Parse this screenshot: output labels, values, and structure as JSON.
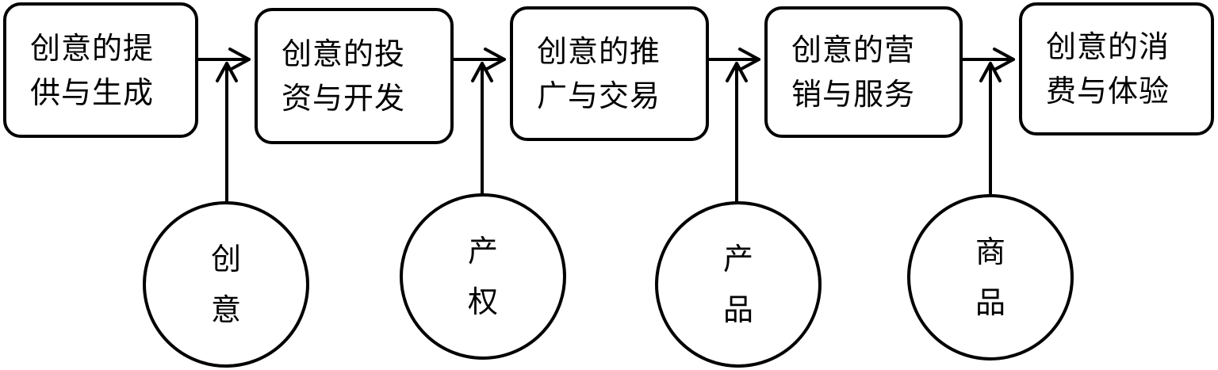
{
  "stages": [
    {
      "line1": "创意的提",
      "line2": "供与生成"
    },
    {
      "line1": "创意的投",
      "line2": "资与开发"
    },
    {
      "line1": "创意的推",
      "line2": "广与交易"
    },
    {
      "line1": "创意的营",
      "line2": "销与服务"
    },
    {
      "line1": "创意的消",
      "line2": "费与体验"
    }
  ],
  "assets": [
    {
      "char1": "创",
      "char2": "意"
    },
    {
      "char1": "产",
      "char2": "权"
    },
    {
      "char1": "产",
      "char2": "品"
    },
    {
      "char1": "商",
      "char2": "品"
    }
  ],
  "colors": {
    "stroke": "#000000",
    "fill": "#ffffff"
  }
}
